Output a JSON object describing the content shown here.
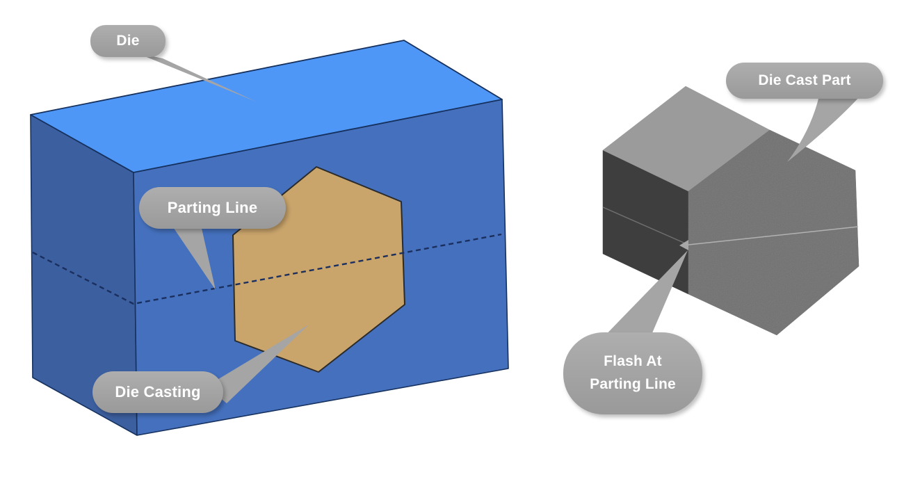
{
  "colors": {
    "background": "#ffffff",
    "die_top": "#4f97f7",
    "die_front": "#4470bd",
    "die_side": "#3c5f9f",
    "die_edge": "#16315e",
    "parting_line": "#1b2f5e",
    "casting_fill": "#c9a46b",
    "casting_edge": "#2b2b2b",
    "part_top": "#9b9b9b",
    "part_side": "#3e3e3e",
    "part_hex": "#707070",
    "flash_line_light": "#b2b2b2",
    "flash_line_side": "#6f6f6f",
    "callout_bg": "#a5a5a5",
    "callout_text": "#ffffff"
  },
  "left_figure": {
    "callouts": {
      "die": {
        "label": "Die"
      },
      "parting_line": {
        "label": "Parting Line"
      },
      "die_casting": {
        "label": "Die Casting"
      }
    }
  },
  "right_figure": {
    "callouts": {
      "die_cast_part": {
        "label": "Die Cast Part"
      },
      "flash": {
        "label_line1": "Flash At",
        "label_line2": "Parting Line"
      }
    }
  }
}
